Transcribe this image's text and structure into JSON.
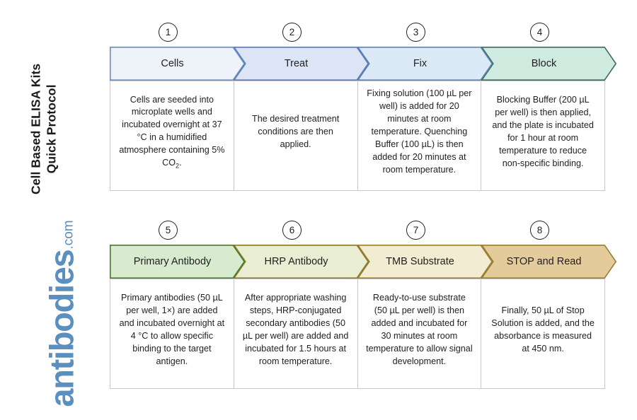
{
  "title": {
    "line1": "Cell Based ELISA Kits",
    "line2": "Quick Protocol"
  },
  "brand": {
    "name": "antibodies",
    "tld": ".com",
    "color": "#5b8fc0"
  },
  "rows": [
    {
      "row_id": "row-1",
      "steps": [
        {
          "number": "1",
          "label": "Cells",
          "fill": "#eef3fa",
          "stroke": "#6a8fc0",
          "description": "Cells are seeded into microplate wells and incubated overnight at 37 °C in a humidified atmosphere containing 5% CO₂."
        },
        {
          "number": "2",
          "label": "Treat",
          "fill": "#dce5f5",
          "stroke": "#5a7cb5",
          "description": "The desired treatment conditions are then applied."
        },
        {
          "number": "3",
          "label": "Fix",
          "fill": "#dce9f7",
          "stroke": "#5a86b5",
          "description": "Fixing solution (100 µL per well) is added for 20 minutes at room temperature. Quenching Buffer (100 µL) is then added for 20 minutes at room temperature."
        },
        {
          "number": "4",
          "label": "Block",
          "fill": "#cfeade",
          "stroke": "#3f6b63",
          "description": "Blocking Buffer (200 µL per well) is then applied, and the plate is incubated for 1 hour at room temperature to reduce non-specific binding."
        }
      ]
    },
    {
      "row_id": "row-2",
      "steps": [
        {
          "number": "5",
          "label": "Primary Antibody",
          "fill": "#d8ebcf",
          "stroke": "#4c7a2e",
          "description": "Primary antibodies (50 µL per well, 1×) are added and incubated overnight at 4 °C to allow specific binding to the target antigen."
        },
        {
          "number": "6",
          "label": "HRP Antibody",
          "fill": "#e9eed2",
          "stroke": "#8a7a2e",
          "description": "After appropriate washing steps, HRP-conjugated secondary antibodies (50 µL per well) are added and incubated for 1.5 hours at room temperature."
        },
        {
          "number": "7",
          "label": "TMB Substrate",
          "fill": "#f2ecd2",
          "stroke": "#9a7e33",
          "description": "Ready-to-use substrate (50 µL per well) is then added and incubated for 30 minutes at room temperature to allow signal development."
        },
        {
          "number": "8",
          "label": "STOP and Read",
          "fill": "#e4cb9b",
          "stroke": "#9a7e33",
          "description": "Finally, 50 µL of Stop Solution is added, and the absorbance is measured at 450 nm."
        }
      ]
    }
  ]
}
